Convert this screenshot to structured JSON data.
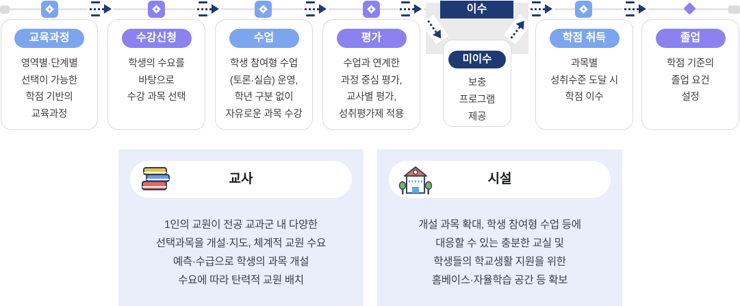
{
  "flow": {
    "steps": [
      {
        "label": "교육과정",
        "lines": [
          "영역별·단계별",
          "선택이 가능한",
          "학점 기반의",
          "교육과정"
        ]
      },
      {
        "label": "수강신청",
        "lines": [
          "학생의 수요를",
          "바탕으로",
          "수강 과목 선택"
        ]
      },
      {
        "label": "수업",
        "lines": [
          "학생 참여형 수업",
          "(토론·실습) 운영,",
          "학년 구분 없이",
          "자유로운 과목 수강"
        ]
      },
      {
        "label": "평가",
        "lines": [
          "수업과 연계한",
          "과정 중심 평가,",
          "교사별 평가,",
          "성취평가제 적용"
        ]
      },
      {
        "label": "학점 취득",
        "lines": [
          "과목별",
          "성취수준 도달 시",
          "학점 이수"
        ]
      },
      {
        "label": "졸업",
        "lines": [
          "학점 기준의",
          "졸업 요건",
          "설정"
        ]
      }
    ],
    "pass": {
      "label": "이수"
    },
    "fail": {
      "label": "미이수",
      "lines": [
        "보충",
        "프로그램",
        "제공"
      ]
    }
  },
  "sections": {
    "teacher": {
      "title": "교사",
      "icon": "books-icon",
      "lines": [
        "1인의 교원이 전공 교과군 내 다양한",
        "선택과목을 개설·지도, 체계적 교원 수요",
        "예측·수급으로 학생의 과목 개설",
        "수요에 따라 탄력적 교원 배치"
      ]
    },
    "facility": {
      "title": "시설",
      "icon": "school-icon",
      "lines": [
        "개설 과목 확대, 학생 참여형 수업 등에",
        "대응할 수 있는 충분한 교실 및",
        "학생들의 학교생활 지원을 위한",
        "홈베이스·자율학습 공간 등 확보"
      ]
    }
  },
  "colors": {
    "blue": "#7CA5EE",
    "purple": "#8B82F0",
    "navy": "#1F3A72",
    "timeline_line": "#E3E4EA",
    "gray_zone": "#EAEAEB",
    "card_border": "#D9DADE",
    "panel_bg": "#E9EEFA",
    "body_text": "#3F4045"
  }
}
